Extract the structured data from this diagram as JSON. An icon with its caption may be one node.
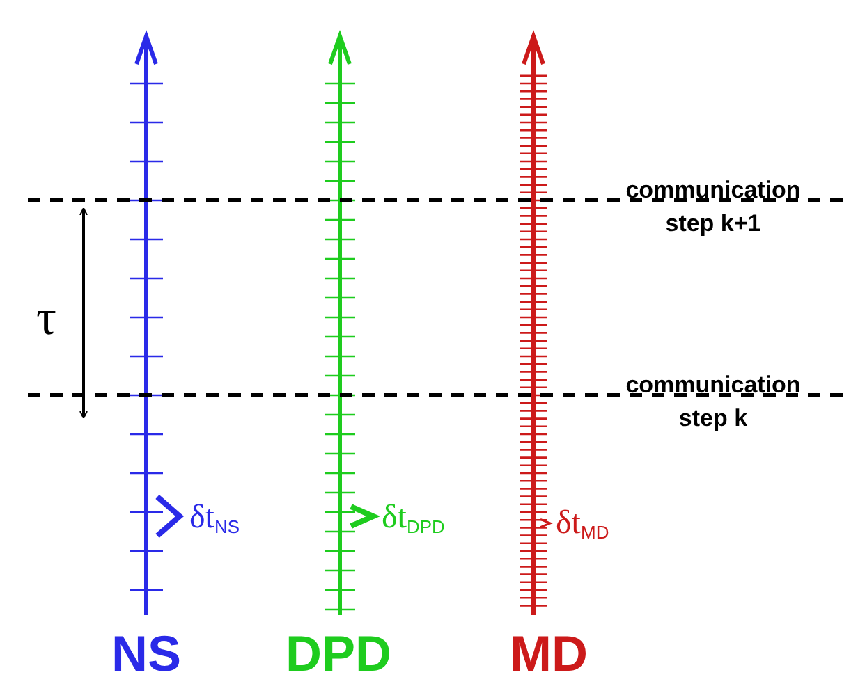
{
  "diagram": {
    "labels": [
      "communication step k+1",
      "τ",
      "communication step k",
      "δt$_{NS}$",
      "δt$_{DPD}$",
      "δt$_{MD}$",
      "NS",
      "DPD",
      "MD"
    ]
  }
}
